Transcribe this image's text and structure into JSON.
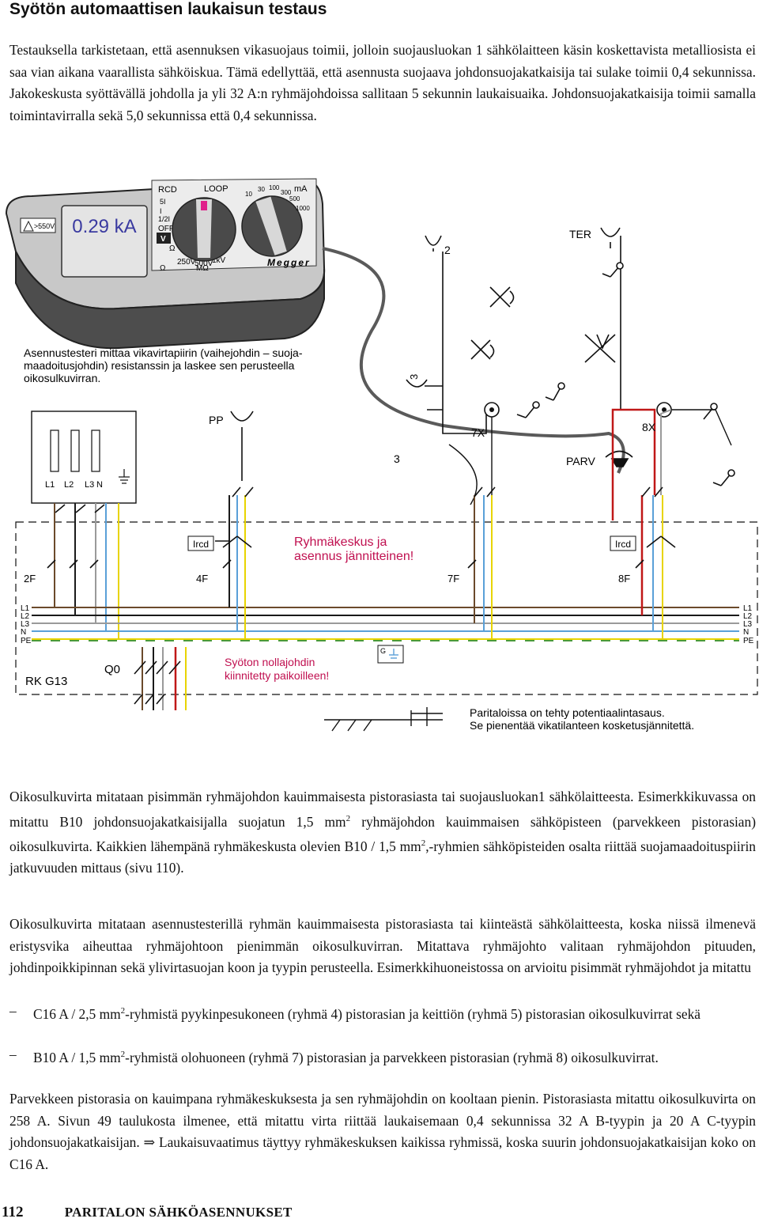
{
  "heading": "Syötön automaattisen laukaisun testaus",
  "intro": "Testauksella tarkistetaan, että asennuksen vikasuojaus toimii, jolloin suojausluokan 1 sähkölaitteen käsin koskettavista metalliosista ei saa vian aikana vaarallista sähköiskua. Tämä edellyttää, että asennusta suojaava johdonsuojakatkaisija tai sulake toimii 0,4 sekunnissa. Jakokeskusta syöttävällä johdolla ja yli 32 A:n ryhmäjohdoissa sallitaan 5 sekunnin laukaisuaika. Johdonsuojakatkaisija toimii samalla toimintavirralla sekä 5,0 sekunnissa että 0,4 sekunnissa.",
  "figure": {
    "meter": {
      "display": "0.29 kA",
      "warning": ">550V",
      "brand": "Megger",
      "rcd": "RCD",
      "loop": "LOOP",
      "ma": "mA",
      "off": "OFF",
      "v": "V",
      "ohm": "Ω",
      "mohm": "MΩ",
      "r250": "250V",
      "r500": "500V",
      "r1k": "1kV",
      "i5": "5I",
      "i1": "I",
      "ihalf": "1/2I",
      "ma_ticks": [
        "10",
        "30",
        "100",
        "300",
        "500",
        "1000"
      ]
    },
    "caption_meter": [
      "Asennustesteri mittaa vikavirtapiirin (vaihejohdin – suoja-",
      "maadoitusjohdin) resistanssin ja laskee sen perusteella",
      "oikosulkuvirran."
    ],
    "labels": {
      "ter": "TER",
      "two": "2",
      "three_a": "3",
      "three_b": "3",
      "pp": "PP",
      "x7": "7X",
      "x8": "8X",
      "parv": "PARV",
      "l1": "L1",
      "l2": "L2",
      "l3": "L3",
      "n": "N",
      "ircd_a": "Ircd",
      "ircd_b": "Ircd",
      "f2": "2F",
      "f4": "4F",
      "f7": "7F",
      "f8": "8F",
      "rk": "RK G13",
      "q0": "Q0",
      "g": "G",
      "bus": [
        "L1",
        "L2",
        "L3",
        "N",
        "PE"
      ]
    },
    "warn1": [
      "Ryhmäkeskus ja",
      "asennus jännitteinen!"
    ],
    "warn2": [
      "Syöton nollajohdin",
      "kiinnitetty paikoilleen!"
    ],
    "note": [
      "Paritaloissa on tehty potentiaalintasaus.",
      "Se pienentää vikatilanteen kosketusjännitettä."
    ],
    "colors": {
      "l1": "#6b4a2b",
      "l2": "#1a1a1a",
      "l3": "#9a9a9a",
      "n": "#5aa0d8",
      "pe": "#e8d400",
      "pe_alt": "#4a9a3a",
      "red": "#d42020",
      "warn_text": "#c01050"
    }
  },
  "p2": [
    "Oikosulkuvirta mitataan pisimmän ryhmäjohdon kauimmaisesta pistorasiasta tai suojausluokan1 sähkölaitteesta. Esimerkkikuvassa on mitattu B10 johdonsuojakatkaisijalla suojatun 1,5 mm",
    "2",
    " ryhmäjohdon kauimmaisen sähköpisteen (parvekkeen pistorasian) oikosulkuvirta. Kaikkien lähempänä ryhmäkeskusta olevien B10 / 1,5 mm",
    "2",
    ",-ryhmien sähköpisteiden osalta riittää suojamaadoituspiirin jatkuvuuden mittaus (sivu 110)."
  ],
  "p3": "Oikosulkuvirta mitataan asennustesterillä ryhmän kauimmaisesta pistorasiasta tai kiinteästä sähkölaitteesta, koska niissä ilmenevä eristysvika aiheuttaa ryhmäjohtoon pienimmän oikosulkuvirran. Mitattava ryhmäjohto valitaan ryhmäjohdon pituuden, johdinpoikkipinnan sekä ylivirtasuojan koon ja tyypin perusteella. Esimerkkihuoneistossa on arvioitu pisimmät ryhmäjohdot ja mitattu",
  "dash": "–",
  "d1": [
    "C16 A / 2,5 mm",
    "2",
    "-ryhmistä pyykinpesukoneen (ryhmä 4) pistorasian ja keittiön (ryhmä 5) pistorasian oikosulkuvirrat sekä"
  ],
  "d2": [
    "B10 A / 1,5 mm",
    "2",
    "-ryhmistä olohuoneen (ryhmä 7) pistorasian ja parvekkeen pistorasian (ryhmä 8) oikosulkuvirrat."
  ],
  "p4": [
    "Parvekkeen pistorasia on kauimpana ryhmäkeskuksesta ja sen ryhmäjohdin on kooltaan pienin. Pistorasiasta mitattu oikosulkuvirta on 258 A. Sivun 49 taulukosta ilmenee, että mitattu virta riittää laukaisemaan 0,4 sekunnissa 32 A B-tyypin ja 20 A C-tyypin johdonsuojakatkaisijan. ",
    "⇒",
    " Laukaisuvaatimus täyttyy ryhmäkeskuksen kaikissa ryhmissä, koska suurin johdonsuojakatkaisijan koko on C16 A."
  ],
  "footer": {
    "page": "112",
    "title": "PARITALON SÄHKÖASENNUKSET"
  }
}
